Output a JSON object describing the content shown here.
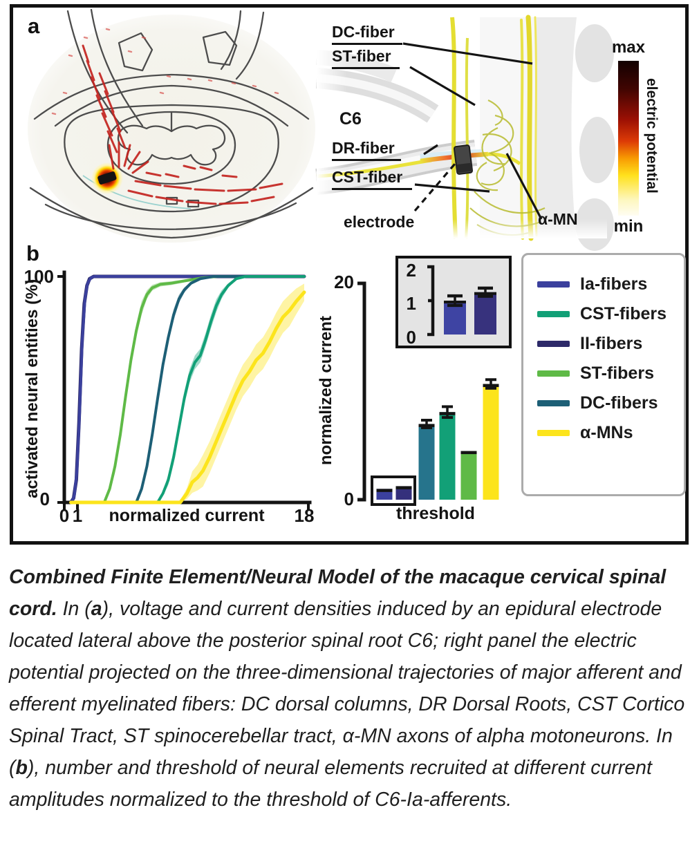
{
  "figure": {
    "panel_a": {
      "label": "a",
      "anatomy_labels": {
        "dc_fiber": "DC-fiber",
        "st_fiber": "ST-fiber",
        "c6": "C6",
        "dr_fiber": "DR-fiber",
        "cst_fiber": "CST-fiber",
        "electrode": "electrode",
        "alpha_mn": "α-MN"
      },
      "colorbar": {
        "max_label": "max",
        "min_label": "min",
        "title": "electric potential",
        "gradient_top_to_bottom": [
          "#130101",
          "#400502",
          "#9c1004",
          "#dd3b06",
          "#f89b02",
          "#ffe11c",
          "#fffdf2"
        ]
      }
    },
    "panel_b": {
      "label": "b"
    }
  },
  "chart_data": [
    {
      "type": "line",
      "title": "recruitment curves of neural entities",
      "xlabel": "normalized current",
      "ylabel": "activated neural entities (%)",
      "xlim": [
        0,
        18
      ],
      "ylim": [
        0,
        100
      ],
      "xticks": [
        0,
        1,
        18
      ],
      "yticks": [
        0,
        100
      ],
      "grid": false,
      "series": [
        {
          "name": "II-fibers",
          "color": "#2d2a69",
          "band_pct": 2,
          "points": [
            [
              0.5,
              0
            ],
            [
              0.7,
              2
            ],
            [
              0.9,
              10
            ],
            [
              1.1,
              35
            ],
            [
              1.3,
              68
            ],
            [
              1.5,
              88
            ],
            [
              1.7,
              96
            ],
            [
              1.9,
              99
            ],
            [
              2.2,
              100
            ],
            [
              18,
              100
            ]
          ]
        },
        {
          "name": "Ia-fibers",
          "color": "#3b409d",
          "band_pct": 2,
          "points": [
            [
              0.55,
              0
            ],
            [
              0.75,
              3
            ],
            [
              0.95,
              14
            ],
            [
              1.15,
              40
            ],
            [
              1.35,
              72
            ],
            [
              1.55,
              90
            ],
            [
              1.75,
              97
            ],
            [
              2.0,
              99.5
            ],
            [
              2.3,
              100
            ],
            [
              18,
              100
            ]
          ]
        },
        {
          "name": "ST-fibers",
          "color": "#5fba47",
          "band_pct": 3,
          "points": [
            [
              3.0,
              0
            ],
            [
              3.4,
              6
            ],
            [
              3.8,
              16
            ],
            [
              4.2,
              30
            ],
            [
              4.6,
              47
            ],
            [
              5.0,
              63
            ],
            [
              5.4,
              76
            ],
            [
              5.8,
              86
            ],
            [
              6.2,
              92
            ],
            [
              6.6,
              95
            ],
            [
              7.2,
              96.5
            ],
            [
              8,
              97
            ],
            [
              9,
              98
            ],
            [
              10.5,
              99.5
            ],
            [
              11.5,
              100
            ],
            [
              18,
              100
            ]
          ]
        },
        {
          "name": "DC-fibers",
          "color": "#1d5f76",
          "band_pct": 2.5,
          "points": [
            [
              5.4,
              0
            ],
            [
              5.8,
              6
            ],
            [
              6.2,
              16
            ],
            [
              6.6,
              30
            ],
            [
              7.0,
              46
            ],
            [
              7.4,
              61
            ],
            [
              7.8,
              73
            ],
            [
              8.2,
              83
            ],
            [
              8.6,
              90
            ],
            [
              9.0,
              94
            ],
            [
              9.5,
              97
            ],
            [
              10.2,
              99
            ],
            [
              11.2,
              100
            ],
            [
              18,
              100
            ]
          ]
        },
        {
          "name": "CST-fibers",
          "color": "#12a077",
          "band_pct": 3,
          "points": [
            [
              7.0,
              0
            ],
            [
              7.4,
              4
            ],
            [
              7.8,
              10
            ],
            [
              8.2,
              20
            ],
            [
              8.6,
              33
            ],
            [
              9.0,
              46
            ],
            [
              9.4,
              56
            ],
            [
              9.8,
              62
            ],
            [
              10.2,
              65
            ],
            [
              10.6,
              72
            ],
            [
              11.0,
              80
            ],
            [
              11.4,
              87
            ],
            [
              11.8,
              92
            ],
            [
              12.3,
              96
            ],
            [
              12.9,
              99
            ],
            [
              13.6,
              100
            ],
            [
              18,
              100
            ]
          ]
        },
        {
          "name": "α-MNs",
          "color": "#fce41c",
          "band_pct": 7,
          "points": [
            [
              0.5,
              0
            ],
            [
              8.7,
              0
            ],
            [
              9.2,
              4
            ],
            [
              9.6,
              9
            ],
            [
              10.0,
              11
            ],
            [
              10.4,
              14
            ],
            [
              10.9,
              20
            ],
            [
              11.4,
              27
            ],
            [
              11.9,
              34
            ],
            [
              12.4,
              41
            ],
            [
              12.9,
              48
            ],
            [
              13.4,
              54
            ],
            [
              13.9,
              58
            ],
            [
              14.4,
              63
            ],
            [
              14.9,
              66
            ],
            [
              15.4,
              71
            ],
            [
              15.9,
              77
            ],
            [
              16.4,
              82
            ],
            [
              16.9,
              85
            ],
            [
              17.4,
              89
            ],
            [
              18,
              93
            ]
          ]
        }
      ]
    },
    {
      "type": "bar",
      "title": "activation thresholds",
      "xlabel": "threshold",
      "ylabel": "normalized current",
      "ylim": [
        0,
        20
      ],
      "yticks": [
        0,
        20
      ],
      "categories": [
        "Ia-fibers",
        "II-fibers",
        "DC-fibers",
        "CST-fibers",
        "ST-fibers",
        "α-MNs"
      ],
      "values": [
        1.0,
        1.25,
        7.0,
        8.1,
        4.5,
        10.7
      ],
      "errors": [
        0.15,
        0.12,
        0.35,
        0.5,
        0.15,
        0.4
      ],
      "colors": [
        "#3b409d",
        "#35307c",
        "#26748c",
        "#12a077",
        "#5fba47",
        "#fce41c"
      ],
      "highlight_box_categories": [
        "Ia-fibers",
        "II-fibers"
      ]
    },
    {
      "type": "bar",
      "title": "inset: magnified Ia/II thresholds",
      "ylim": [
        0,
        2
      ],
      "yticks": [
        0,
        1,
        2
      ],
      "categories": [
        "Ia-fibers",
        "II-fibers"
      ],
      "values": [
        1.0,
        1.25
      ],
      "errors": [
        0.14,
        0.12
      ],
      "colors": [
        "#3e44a3",
        "#37327d"
      ]
    }
  ],
  "legend": {
    "items": [
      {
        "label": "Ia-fibers",
        "color": "#3b409d"
      },
      {
        "label": "CST-fibers",
        "color": "#12a077"
      },
      {
        "label": "II-fibers",
        "color": "#2d2a69"
      },
      {
        "label": "ST-fibers",
        "color": "#5fba47"
      },
      {
        "label": "DC-fibers",
        "color": "#1d5f76"
      },
      {
        "label": "α-MNs",
        "color": "#fce41c"
      }
    ]
  },
  "caption": {
    "segments": [
      {
        "text": "Combined Finite Element/Neural Model of the macaque cervical spinal cord. ",
        "bold": true
      },
      {
        "text": "In (",
        "bold": false
      },
      {
        "text": "a",
        "bold": true
      },
      {
        "text": "), voltage and current densities induced by an epidural electrode located lateral above the posterior spinal root C6; right panel the electric potential projected on the three-dimensional trajectories of major afferent and efferent myelinated fibers: DC dorsal columns, DR Dorsal Roots, CST Cortico Spinal Tract, ST spinocerebellar tract, α-MN axons of alpha motoneurons. In (",
        "bold": false
      },
      {
        "text": "b",
        "bold": true
      },
      {
        "text": "), number and threshold of neural elements recruited at different current amplitudes normalized to the threshold of C6-Ia-afferents.",
        "bold": false
      }
    ]
  }
}
